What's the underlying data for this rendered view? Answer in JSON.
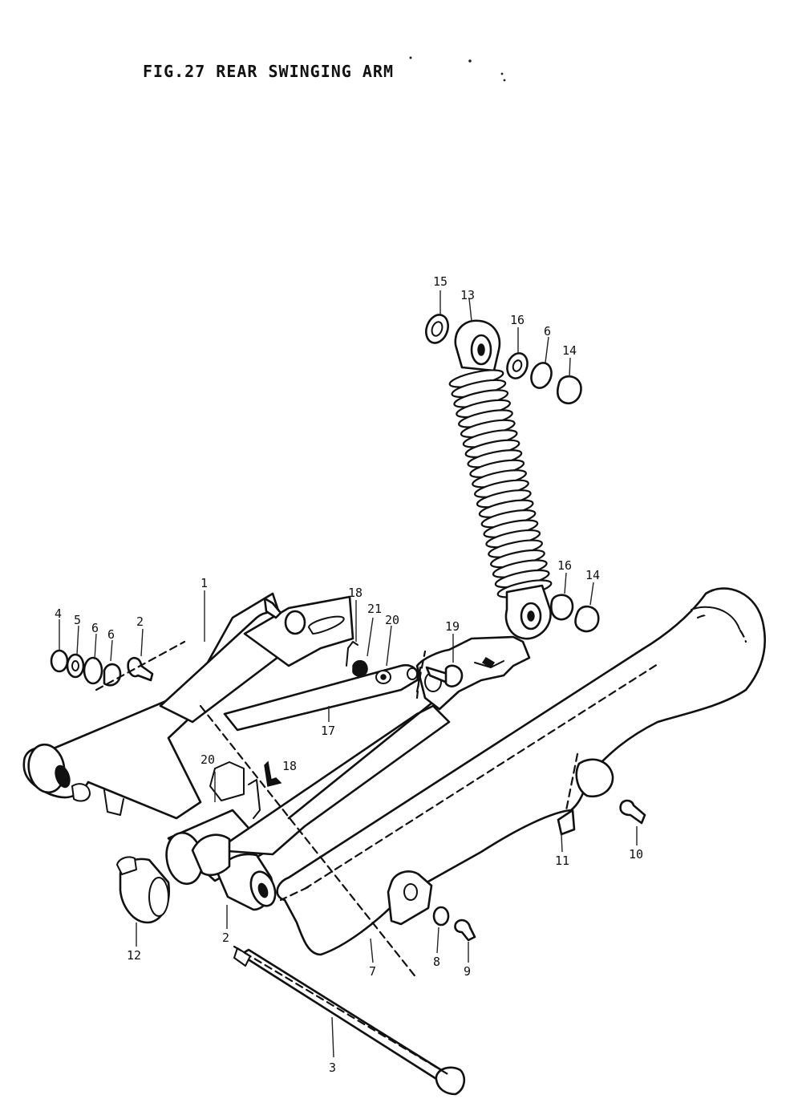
{
  "figure": {
    "title": "FIG.27  REAR SWINGING ARM"
  },
  "callouts": [
    {
      "id": "c15",
      "label": "15"
    },
    {
      "id": "c13",
      "label": "13"
    },
    {
      "id": "c16a",
      "label": "16"
    },
    {
      "id": "c6a",
      "label": "6"
    },
    {
      "id": "c14a",
      "label": "14"
    },
    {
      "id": "c16b",
      "label": "16"
    },
    {
      "id": "c14b",
      "label": "14"
    },
    {
      "id": "c19",
      "label": "19"
    },
    {
      "id": "c18a",
      "label": "18"
    },
    {
      "id": "c21",
      "label": "21"
    },
    {
      "id": "c20a",
      "label": "20"
    },
    {
      "id": "c1",
      "label": "1"
    },
    {
      "id": "c4",
      "label": "4"
    },
    {
      "id": "c5",
      "label": "5"
    },
    {
      "id": "c6b",
      "label": "6"
    },
    {
      "id": "c6c",
      "label": "6"
    },
    {
      "id": "c2a",
      "label": "2"
    },
    {
      "id": "c17",
      "label": "17"
    },
    {
      "id": "c20b",
      "label": "20"
    },
    {
      "id": "c18b",
      "label": "18"
    },
    {
      "id": "c11",
      "label": "11"
    },
    {
      "id": "c10",
      "label": "10"
    },
    {
      "id": "c2b",
      "label": "2"
    },
    {
      "id": "c12",
      "label": "12"
    },
    {
      "id": "c7",
      "label": "7"
    },
    {
      "id": "c8",
      "label": "8"
    },
    {
      "id": "c9",
      "label": "9"
    },
    {
      "id": "c3",
      "label": "3"
    }
  ]
}
